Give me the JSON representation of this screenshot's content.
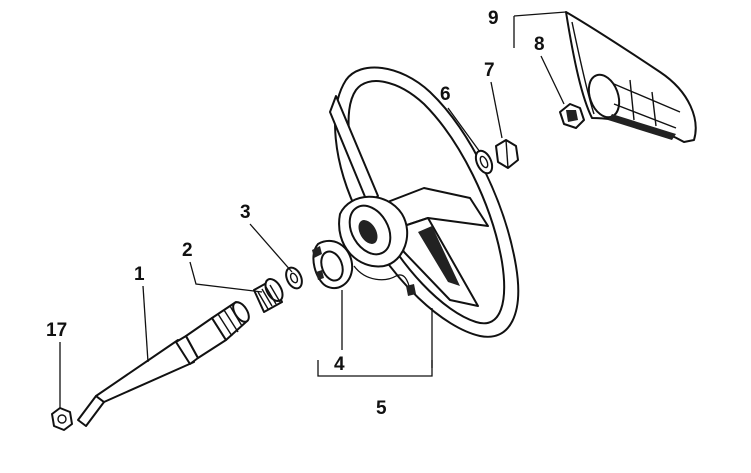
{
  "diagram": {
    "callouts": {
      "c1": "1",
      "c2": "2",
      "c3": "3",
      "c4": "4",
      "c5": "5",
      "c6": "6",
      "c7": "7",
      "c8": "8",
      "c9": "9",
      "c17": "17"
    }
  }
}
